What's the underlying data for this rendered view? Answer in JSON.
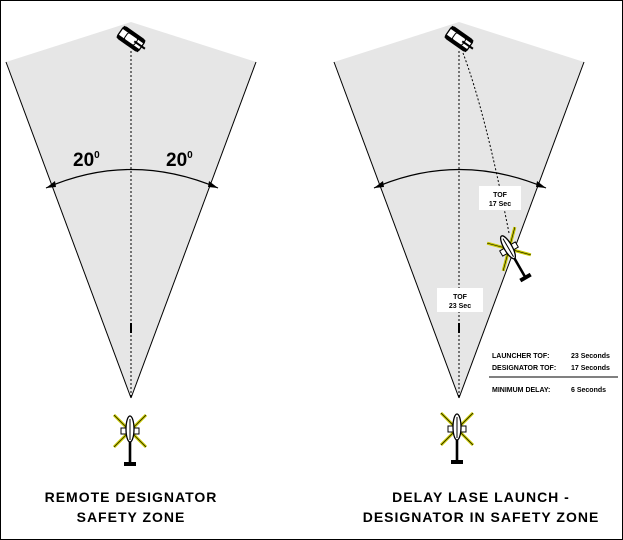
{
  "left_diagram": {
    "angle_left": "20",
    "angle_left_sup": "0",
    "angle_right": "20",
    "angle_right_sup": "0",
    "caption_line1": "REMOTE DESIGNATOR",
    "caption_line2": "SAFETY ZONE"
  },
  "right_diagram": {
    "tof_designator_label": "TOF",
    "tof_designator_value": "17 Sec",
    "tof_launcher_label": "TOF",
    "tof_launcher_value": "23 Sec",
    "launcher_tof_label": "LAUNCHER TOF:",
    "launcher_tof_value": "23 Seconds",
    "designator_tof_label": "DESIGNATOR TOF:",
    "designator_tof_value": "17 Seconds",
    "minimum_delay_label": "MINIMUM DELAY:",
    "minimum_delay_value": "6 Seconds",
    "caption_line1": "DELAY LASE LAUNCH -",
    "caption_line2": "DESIGNATOR IN SAFETY ZONE"
  },
  "colors": {
    "zone_fill": "#e6e6e6",
    "line": "#000000",
    "rotor": "#c8c800"
  },
  "icons": [
    "tank-icon",
    "helicopter-icon"
  ]
}
